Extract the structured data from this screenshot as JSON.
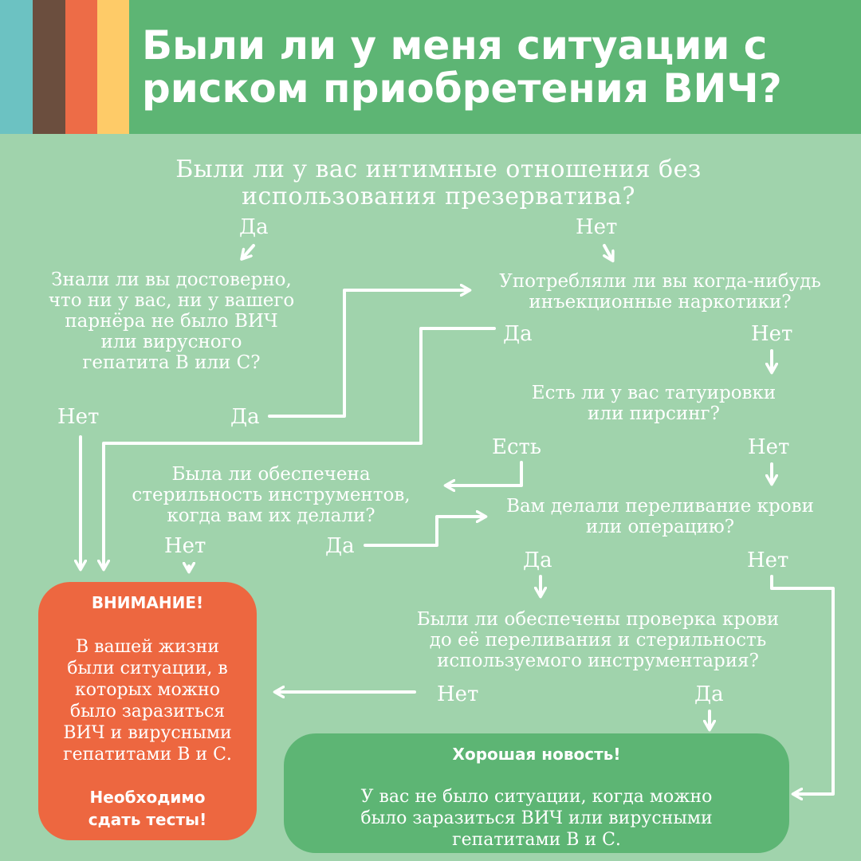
{
  "colors": {
    "header_bg": "#5db574",
    "background": "#a0d3ac",
    "stripes": [
      "#6cc2c2",
      "#6b4e3e",
      "#ed6c47",
      "#f49558",
      "#fecb68"
    ],
    "warning_box": "#ed6740",
    "good_box": "#5db574",
    "text": "#ffffff"
  },
  "header": {
    "title": "Были ли у меня ситуации с риском приобретения ВИЧ?"
  },
  "questions": {
    "q1": "Были ли у вас интимные отношения без\nиспользования презерватива?",
    "q2": "Знали ли вы достоверно,\nчто ни у вас, ни у вашего\nпарнёра не было ВИЧ\nили вирусного\nгепатита В или С?",
    "q3": "Употребляли ли вы когда-нибудь\nинъекционные наркотики?",
    "q4": "Есть ли у вас татуировки\nили пирсинг?",
    "q5": "Была ли обеспечена\nстерильность инструментов,\nкогда вам их делали?",
    "q6": "Вам делали переливание крови\nили операцию?",
    "q7": "Были ли обеспечены проверка крови\nдо её переливания и стерильность\nиспользуемого инструментария?"
  },
  "answers": {
    "q1_yes": "Да",
    "q1_no": "Нет",
    "q2_no": "Нет",
    "q2_yes": "Да",
    "q3_yes": "Да",
    "q3_no": "Нет",
    "q4_yes": "Есть",
    "q4_no": "Нет",
    "q5_no": "Нет",
    "q5_yes": "Да",
    "q6_yes": "Да",
    "q6_no": "Нет",
    "q7_no": "Нет",
    "q7_yes": "Да"
  },
  "warning": {
    "title": "ВНИМАНИЕ!",
    "text": "В вашей жизни\nбыли ситуации, в\nкоторых можно\nбыло заразиться\nВИЧ и вирусными\nгепатитами В и С.",
    "cta": "Необходимо\nсдать тесты!"
  },
  "good": {
    "title": "Хорошая новость!",
    "text": "У вас не было ситуации, когда можно\nбыло заразиться ВИЧ или вирусными\nгепатитами В и С."
  }
}
